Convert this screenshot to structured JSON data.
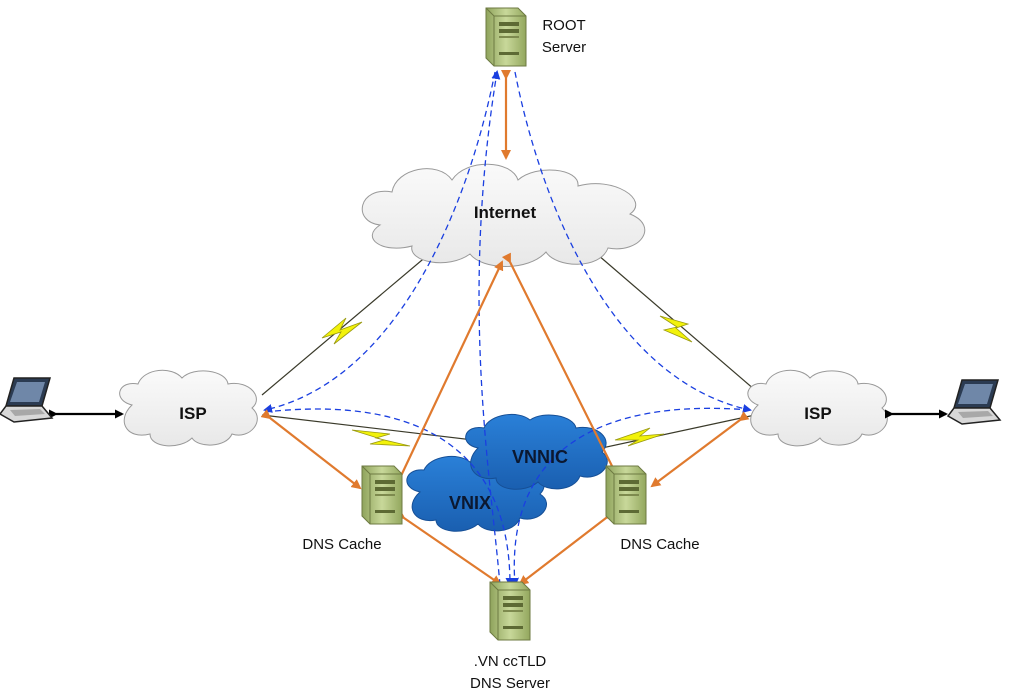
{
  "nodes": {
    "root_server": {
      "label_line1": "ROOT",
      "label_line2": "Server",
      "icon": "server-icon"
    },
    "internet": {
      "label": "Internet",
      "icon": "cloud-icon"
    },
    "isp_left": {
      "label": "ISP",
      "icon": "cloud-icon"
    },
    "isp_right": {
      "label": "ISP",
      "icon": "cloud-icon"
    },
    "vnnic": {
      "label": "VNNIC",
      "icon": "cloud-icon"
    },
    "vnix": {
      "label": "VNIX",
      "icon": "cloud-icon"
    },
    "dns_cache_left": {
      "label": "DNS Cache",
      "icon": "server-icon"
    },
    "dns_cache_right": {
      "label": "DNS Cache",
      "icon": "server-icon"
    },
    "cctld_server": {
      "label_line1": ".VN ccTLD",
      "label_line2": "DNS Server",
      "icon": "server-icon"
    },
    "laptop_left": {
      "icon": "laptop-icon"
    },
    "laptop_right": {
      "icon": "laptop-icon"
    }
  },
  "colors": {
    "query_arrow": "#e07a2e",
    "dashed_path": "#1a3fe0",
    "link_line": "#3a3a2a",
    "lightning": "#f2f20a",
    "cloud_light": "#f2f2f2",
    "cloud_blue": "#1f6fc8",
    "server_green": "#b8c98a"
  }
}
